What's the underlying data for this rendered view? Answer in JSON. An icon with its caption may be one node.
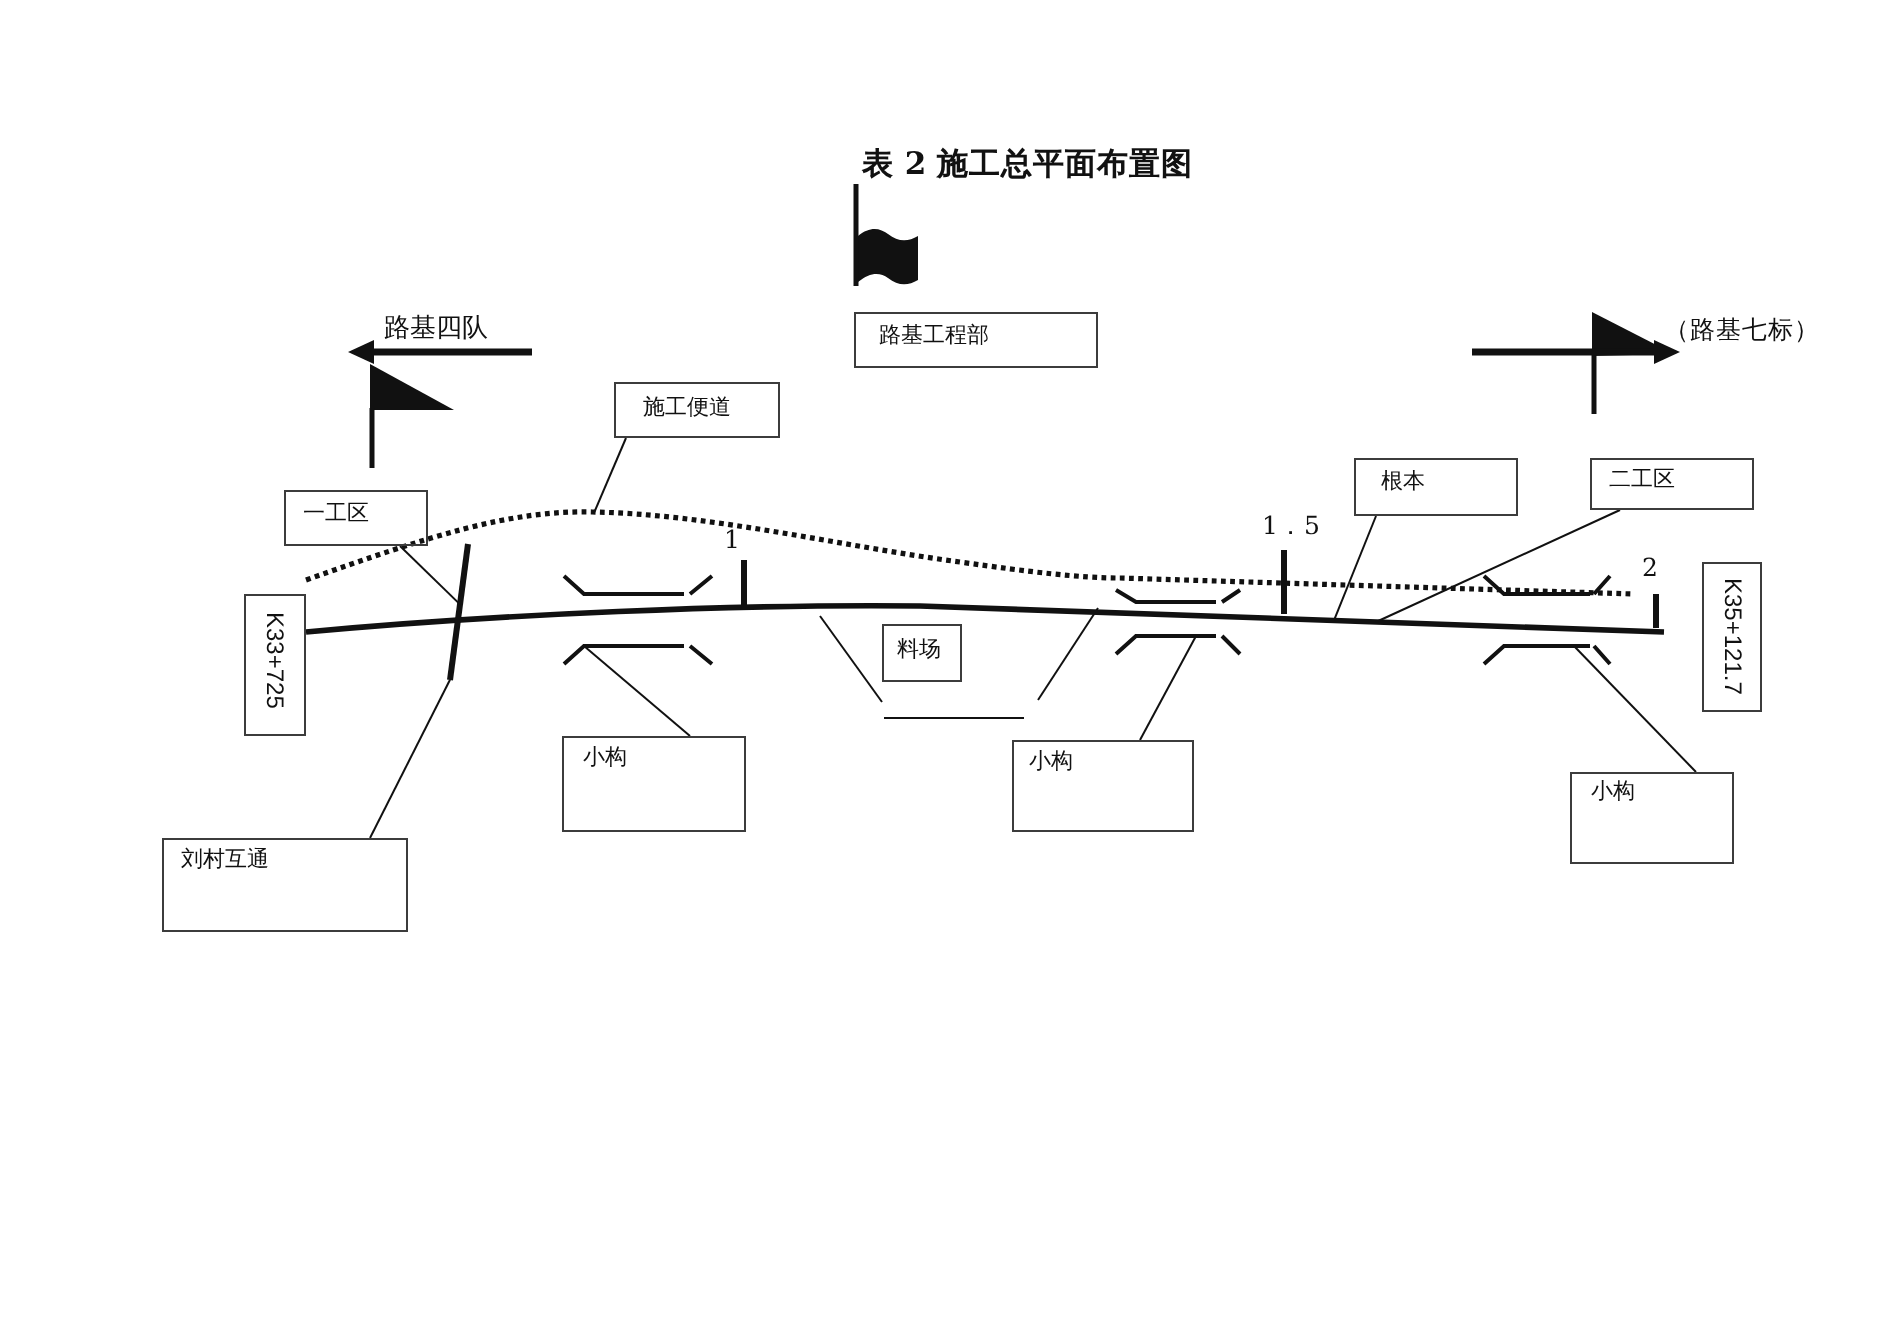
{
  "diagram": {
    "title": "表 2 施工总平面布置图",
    "nodes": [
      {
        "text": [
          "路基工程部"
        ]
      },
      {
        "text": [
          "施工便道"
        ]
      },
      {
        "text": [
          "一工区"
        ]
      },
      {
        "text": [
          "根本"
        ]
      },
      {
        "text": [
          "二工区"
        ]
      },
      {
        "text": [
          "K33+725"
        ]
      },
      {
        "text": [
          "料场"
        ]
      },
      {
        "text": [
          "K35+121.7"
        ]
      },
      {
        "text": [
          "小构"
        ]
      },
      {
        "text": [
          "小构"
        ]
      },
      {
        "text": [
          "小构"
        ]
      },
      {
        "text": [
          "刘村互通"
        ]
      },
      {
        "text": [],
        "shape": "line"
      },
      {
        "text": [],
        "shape": "line"
      },
      {
        "text": [],
        "shape": "line"
      },
      {
        "text": [],
        "shape": "picture"
      },
      {
        "text": [],
        "shape": "picture"
      },
      {
        "text": [],
        "shape": "picture"
      },
      {
        "text": [],
        "shape": "bar",
        "beside": [
          "1"
        ]
      },
      {
        "text": [],
        "shape": "bar",
        "beside": [
          "1．5"
        ]
      },
      {
        "text": [],
        "shape": "bar",
        "beside": [
          "2"
        ]
      }
    ],
    "edges": [
      {
        "from": 1,
        "to": 12,
        "arrow": "none"
      },
      {
        "from": 2,
        "to": 14,
        "arrow": "none"
      },
      {
        "from": 3,
        "to": 13,
        "arrow": "none"
      },
      {
        "from": 4,
        "to": 13,
        "arrow": "none"
      },
      {
        "from": 8,
        "to": 15,
        "arrow": "none"
      },
      {
        "from": 9,
        "to": 16,
        "arrow": "none"
      },
      {
        "from": 10,
        "to": 17,
        "arrow": "none"
      },
      {
        "from": 11,
        "to": 14,
        "arrow": "none"
      }
    ],
    "labels": [
      "路基四队",
      "（路基七标）"
    ]
  }
}
